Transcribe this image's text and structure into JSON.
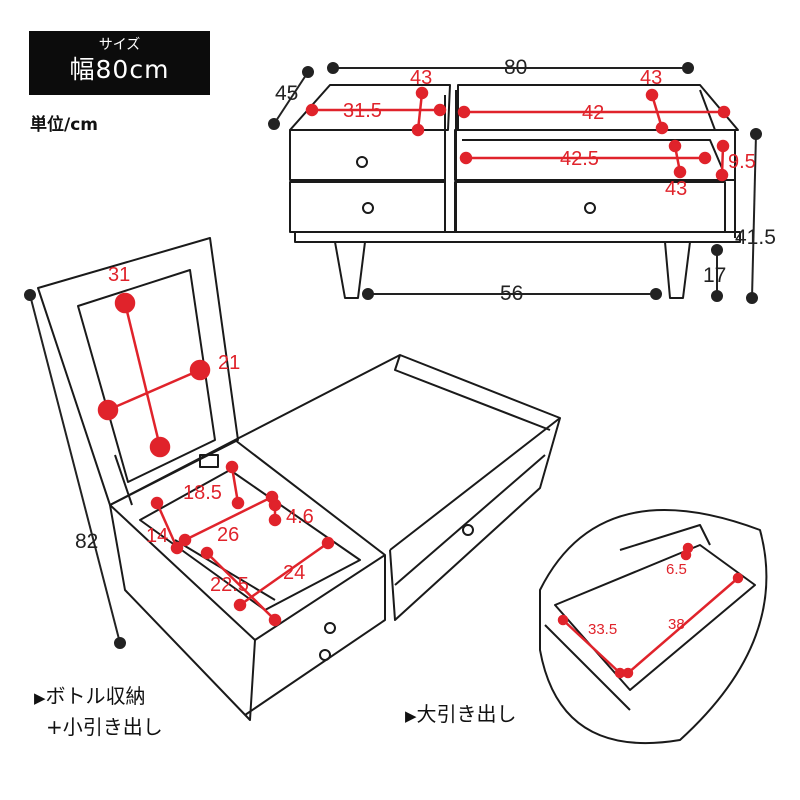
{
  "header": {
    "size_label": "サイズ",
    "size_value": "幅80cm",
    "unit_note": "単位/cm"
  },
  "top_view": {
    "width_total": "80",
    "depth": "45",
    "height_total": "41.5",
    "leg_height": "17",
    "leg_span": "56",
    "left_inner_width": "31.5",
    "left_inner_depth": "43",
    "right_inner_width": "42",
    "right_inner_depth": "43",
    "drawer_width": "42.5",
    "drawer_depth": "43",
    "drawer_height": "9.5"
  },
  "bottle_view": {
    "lid_height": "31",
    "lid_width": "21",
    "overall_height": "82",
    "small_depth": "18.5",
    "bottle_height": "14",
    "bottle_width": "26",
    "small_drawer_height": "4.6",
    "small_drawer_width": "22.5",
    "small_drawer_depth": "24"
  },
  "drawer_view": {
    "height": "6.5",
    "width": "33.5",
    "depth": "38"
  },
  "captions": {
    "bottle_line1": "ボトル収納",
    "bottle_line2": "+小引き出し",
    "drawer": "大引き出し",
    "triangle": "▶"
  },
  "colors": {
    "dimension_red": "#e0232b",
    "line_black": "#1a1a1a",
    "badge_bg": "#0c0c0c"
  }
}
